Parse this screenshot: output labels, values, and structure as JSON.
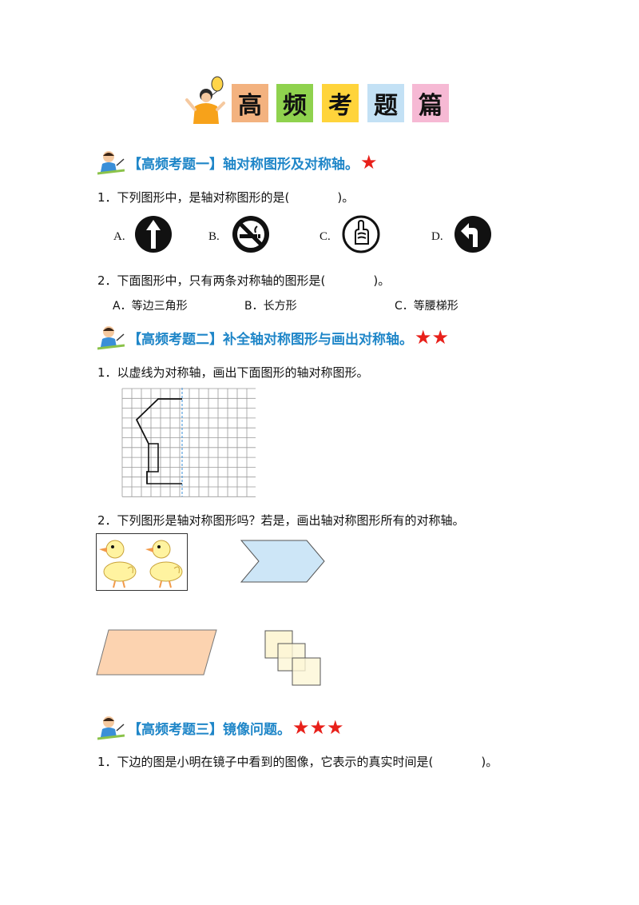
{
  "header": {
    "chars": [
      "高",
      "频",
      "考",
      "题",
      "篇"
    ],
    "colors": [
      "#f3b27f",
      "#8fd24e",
      "#ffd43b",
      "#c3e1f5",
      "#f6b9d4"
    ]
  },
  "sections": [
    {
      "title": "【高频考题一】轴对称图形及对称轴。",
      "stars": "★"
    },
    {
      "title": "【高频考题二】补全轴对称图形与画出对称轴。",
      "stars": "★★"
    },
    {
      "title": "【高频考题三】镜像问题。",
      "stars": "★★★"
    }
  ],
  "s1": {
    "q1": "1．下列图形中，是轴对称图形的是(　　　　)。",
    "q1_options": [
      "A.",
      "B.",
      "C.",
      "D."
    ],
    "q1_icons": [
      "up-arrow-sign-icon",
      "no-smoking-sign-icon",
      "quiet-finger-sign-icon",
      "left-turn-sign-icon"
    ],
    "q2": "2．下面图形中，只有两条对称轴的图形是(　　　　)。",
    "q2_options": [
      "A．等边三角形",
      "B．长方形",
      "C．等腰梯形"
    ]
  },
  "s2": {
    "q1": "1．以虚线为对称轴，画出下面图形的轴对称图形。",
    "q2": "2．下列图形是轴对称图形吗？若是，画出轴对称图形所有的对称轴。",
    "shape_icons": [
      "two-ducks-picture",
      "arrow-chevron-shape",
      "parallelogram-shape",
      "three-overlapping-squares-shape"
    ]
  },
  "s3": {
    "q1": "1．下边的图是小明在镜子中看到的图像，它表示的真实时间是(　　　　)。"
  }
}
